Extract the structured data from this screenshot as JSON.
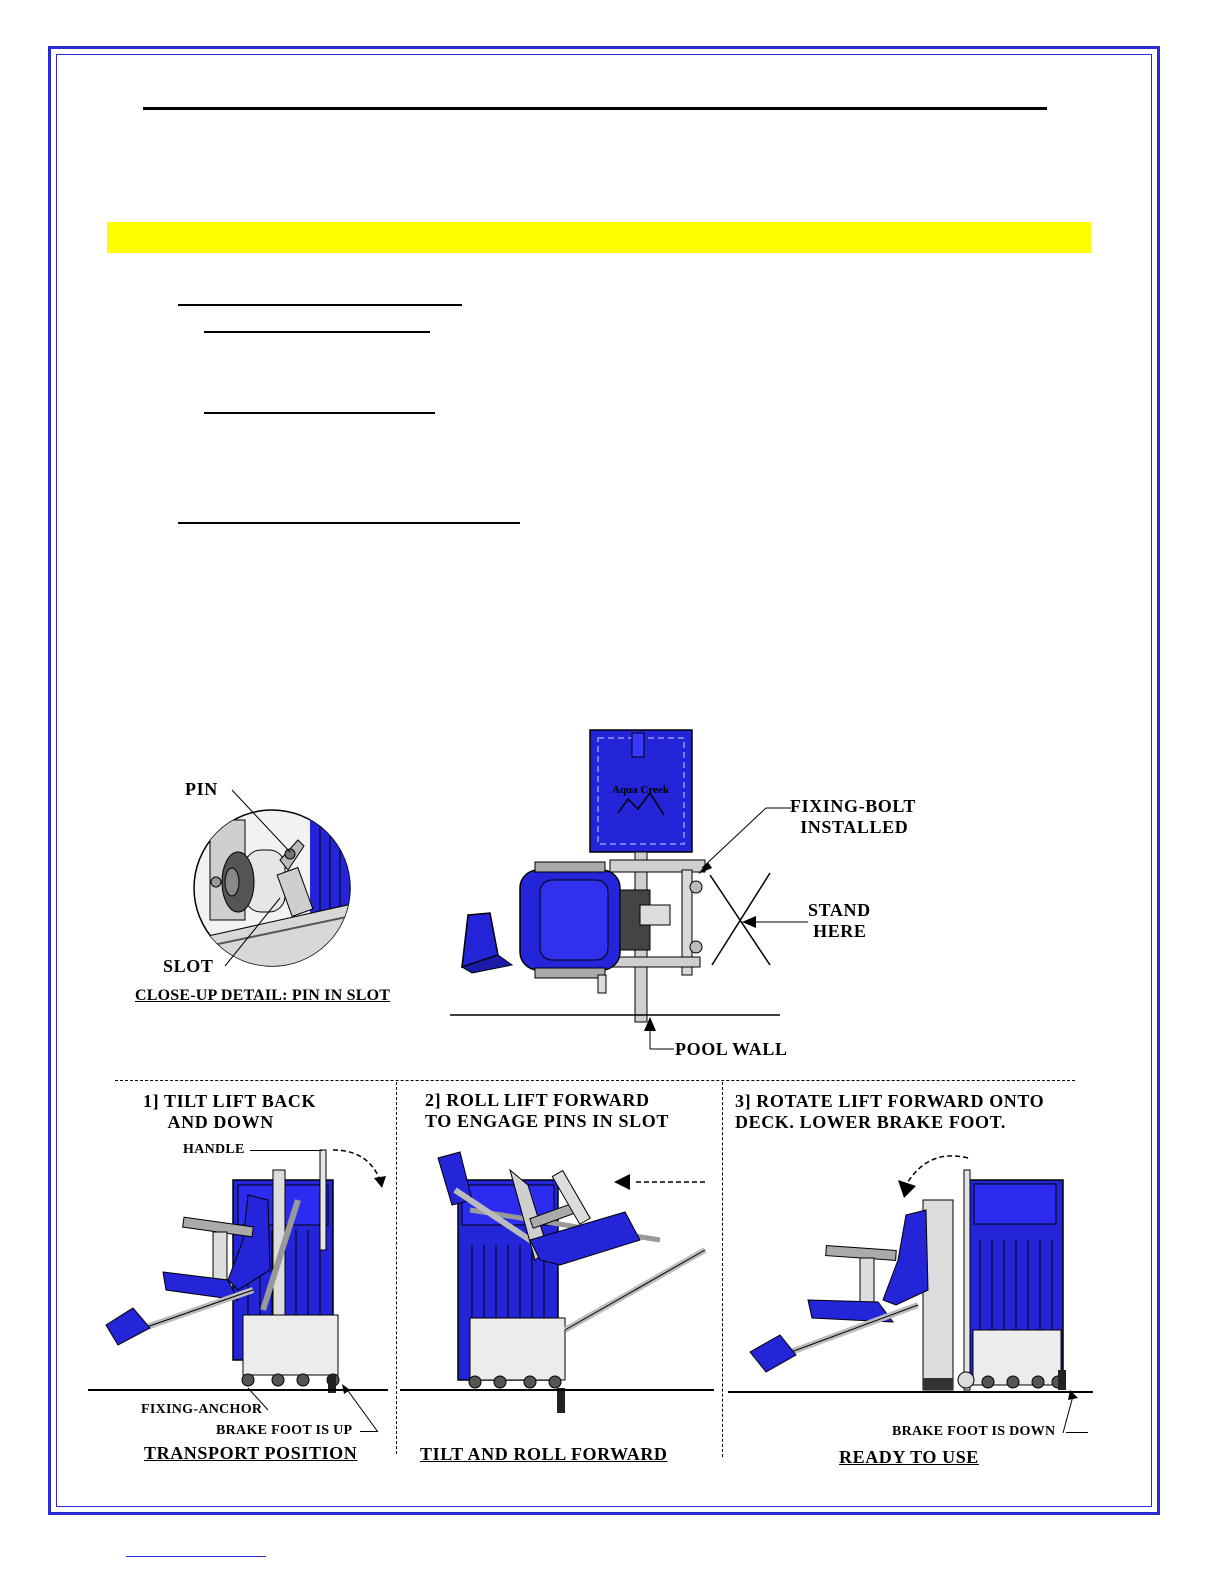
{
  "colors": {
    "frame": "#2b2bd6",
    "highlight": "#ffff00",
    "lift_blue": "#2424d8",
    "steel": "#cfcfcf"
  },
  "detail": {
    "pin": "PIN",
    "slot": "SLOT",
    "caption": "CLOSE-UP DETAIL: PIN IN SLOT"
  },
  "top_view": {
    "brand": "Aqua Creek",
    "fixing_bolt": "FIXING-BOLT\n  INSTALLED",
    "stand_here": "STAND\n HERE",
    "pool_wall": "POOL WALL"
  },
  "steps": [
    {
      "title": "1] TILT LIFT BACK\n     AND DOWN",
      "caption": "TRANSPORT POSITION"
    },
    {
      "title": "2] ROLL LIFT FORWARD\nTO ENGAGE PINS IN SLOT",
      "caption": "TILT AND ROLL FORWARD"
    },
    {
      "title": "3] ROTATE LIFT FORWARD ONTO\nDECK. LOWER BRAKE FOOT.",
      "caption": "READY TO USE"
    }
  ],
  "callouts": {
    "handle": "HANDLE",
    "fixing_anchor": "FIXING-ANCHOR",
    "brake_up": "BRAKE FOOT IS UP",
    "brake_down": "BRAKE FOOT IS DOWN"
  }
}
